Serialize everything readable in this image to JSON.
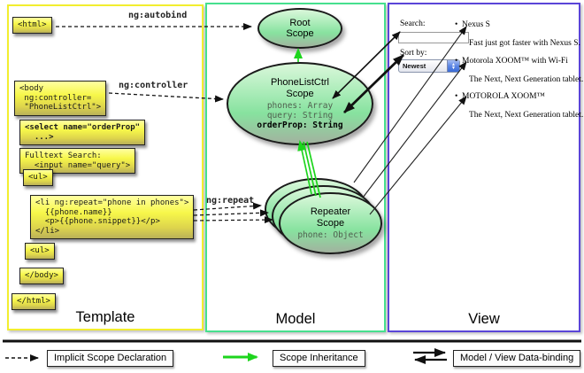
{
  "panels": {
    "template": {
      "title": "Template"
    },
    "model": {
      "title": "Model"
    },
    "view": {
      "title": "View"
    }
  },
  "template": {
    "html_open": "<html>",
    "body_open": "<body\n ng:controller=\n \"PhoneListCtrl\">",
    "select": "<select name=\"orderProp\"\n  ...>",
    "fulltext": "Fulltext Search:\n  <input name=\"query\">",
    "ul_open": "<ul>",
    "li_repeat": "<li ng:repeat=\"phone in phones\">\n  {{phone.name}}\n  <p>{{phone.snippet}}</p>\n</li>",
    "ul_close": "<ul>",
    "body_close": "</body>",
    "html_close": "</html>"
  },
  "arrow_labels": {
    "autobind": "ng:autobind",
    "controller": "ng:controller",
    "repeat": "ng:repeat"
  },
  "model": {
    "root_scope": "Root\nScope",
    "phonelist_title": "PhoneListCtrl\nScope",
    "phonelist_props": "phones: Array\nquery: String",
    "phonelist_prop_bold": "orderProp: String",
    "repeater_title": "Repeater\nScope",
    "repeater_prop": "phone: Object"
  },
  "view": {
    "search_label": "Search:",
    "search_value": "",
    "sort_label": "Sort by:",
    "sort_value": "Newest",
    "bullet": "•",
    "stepper_up": "▲",
    "stepper_down": "▼",
    "items": [
      {
        "title": "Nexus S",
        "desc": "Fast just got faster with Nexus S."
      },
      {
        "title": "Motorola XOOM™ with Wi-Fi",
        "desc": "The Next, Next Generation tablet."
      },
      {
        "title": "MOTOROLA XOOM™",
        "desc": "The Next, Next Generation tablet."
      }
    ]
  },
  "legend": {
    "implicit": "Implicit Scope Declaration",
    "inheritance": "Scope Inheritance",
    "binding": "Model / View Data-binding"
  },
  "colors": {
    "template_border": "#f2ee2f",
    "model_border": "#46e08e",
    "view_border": "#5a45d8",
    "inheritance_green": "#1dd51d",
    "arrow_black": "#111111",
    "scope_fill_top": "#daf7da",
    "scope_fill_bottom": "#a2b29f",
    "codebox_yellow": "#f7f74a"
  }
}
